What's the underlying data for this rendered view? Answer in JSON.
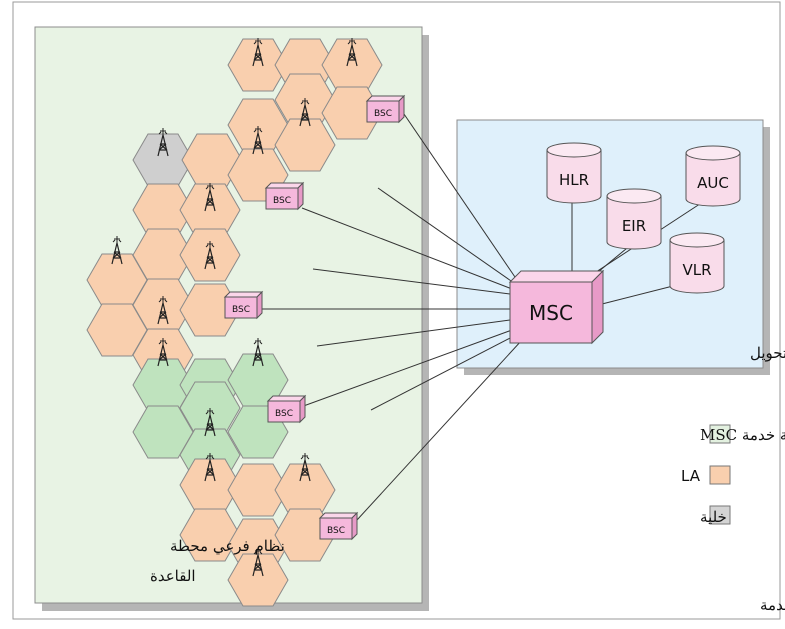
{
  "diagram": {
    "outer_label": "منطقة خدمة",
    "base_station_subsystem": {
      "label_line1": "نظام فرعي محطة",
      "label_line2": "القاعدة"
    },
    "switching_subsystem": {
      "label": "نظام فرعي شبكة التحويل",
      "msc": "MSC",
      "databases": [
        "HLR",
        "AUC",
        "EIR",
        "VLR"
      ]
    },
    "bsc_label": "BSC",
    "legend": [
      {
        "label": "منطقة خدمة MSC",
        "color": "#e3f1e0"
      },
      {
        "label": "LA",
        "color": "#f9cfae"
      },
      {
        "label": "خلية",
        "color": "#d4d4d4"
      }
    ],
    "colors": {
      "bss_background": "#e8f3e4",
      "nss_background": "#dff0fb",
      "cell_la": "#f9cfae",
      "cell_msc_area": "#bfe3be",
      "cell_single": "#cfcfcf",
      "node_pink": "#f5b8dc",
      "db_pink": "#f9dcea"
    },
    "icons": [
      "antenna-tower-icon",
      "bsc-box-icon",
      "database-cylinder-icon",
      "msc-box-icon"
    ]
  }
}
